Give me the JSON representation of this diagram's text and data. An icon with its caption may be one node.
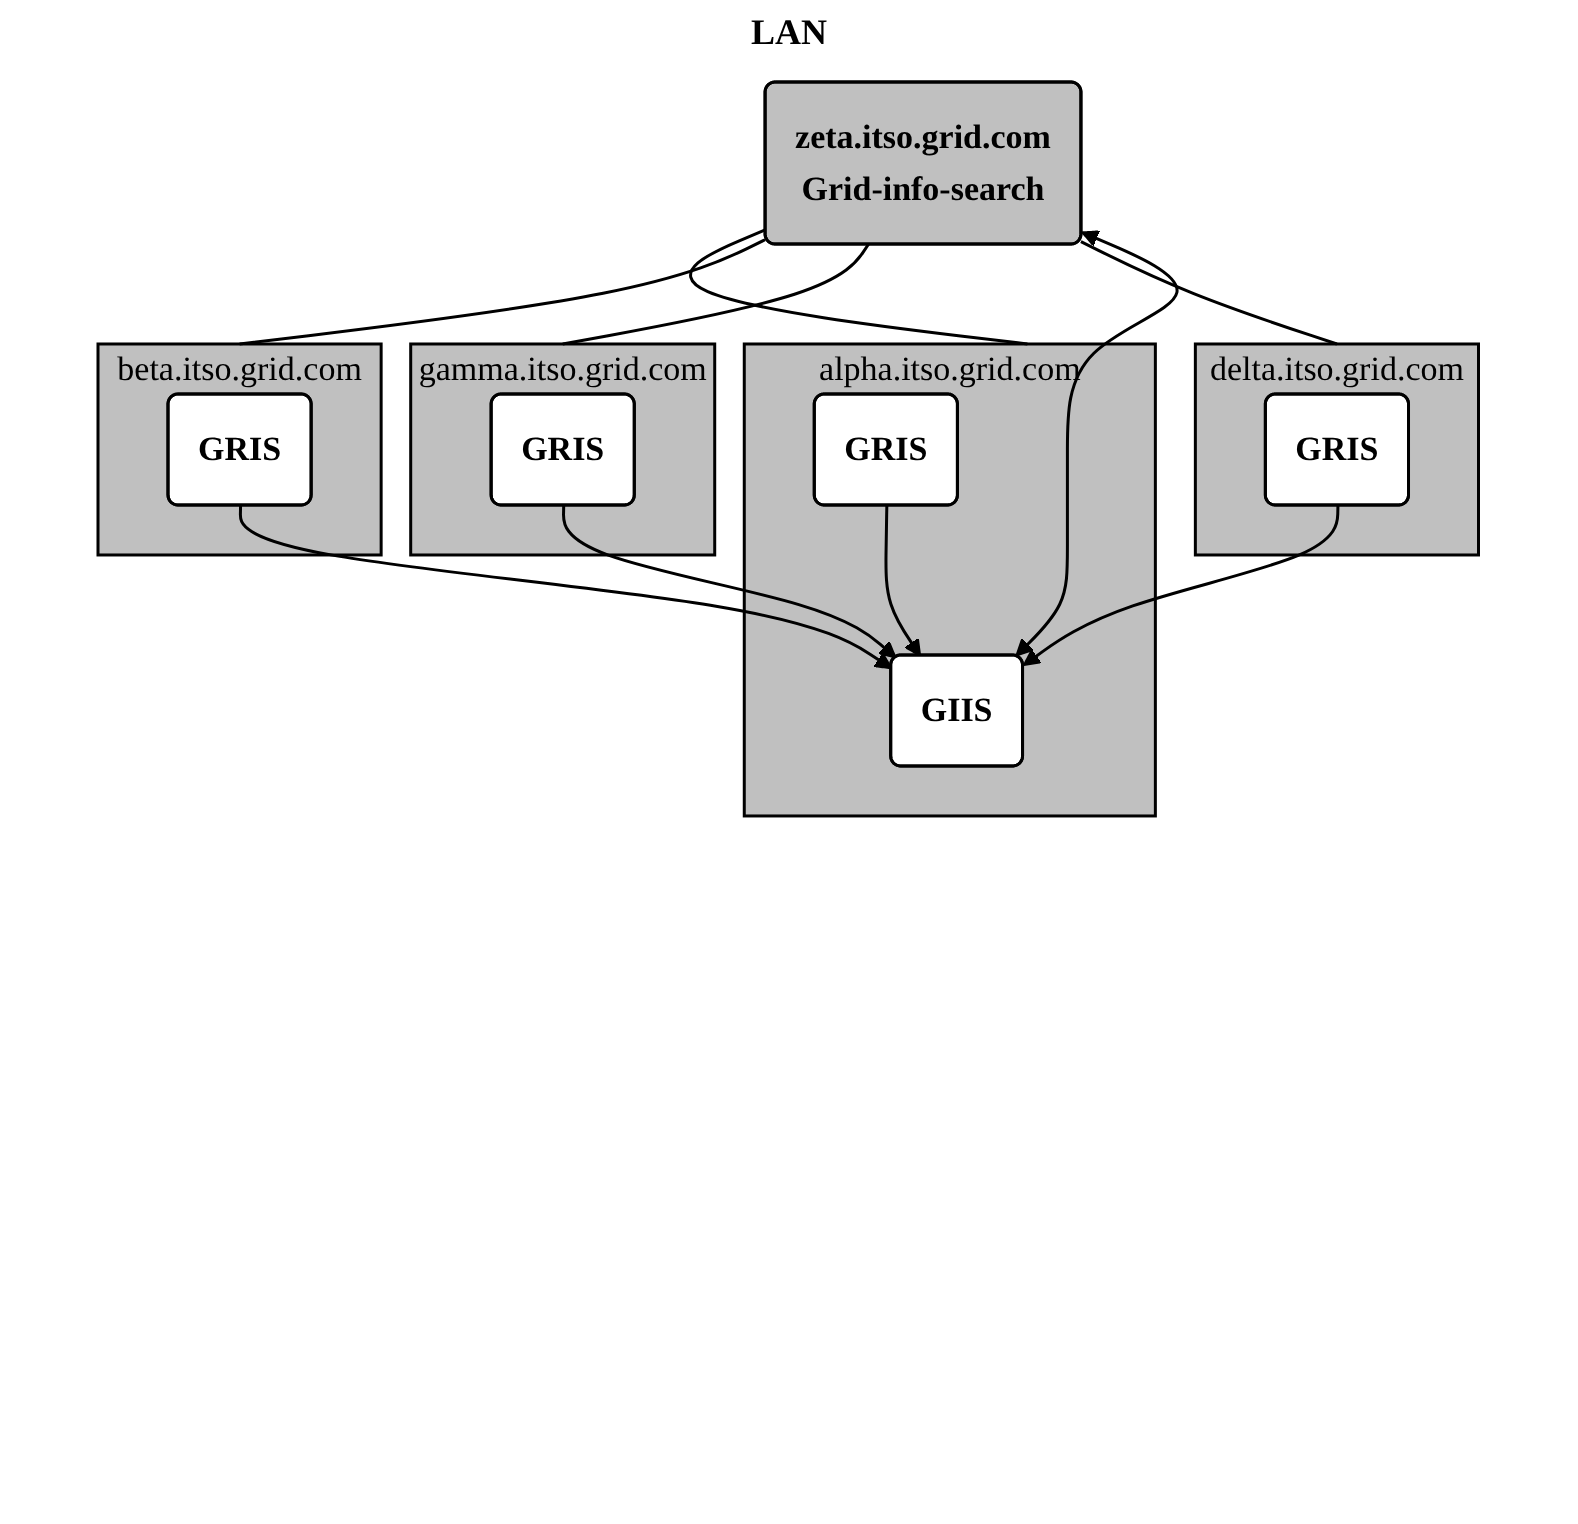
{
  "diagram": {
    "nodes": [
      {
        "text": [
          "zeta.itso.grid.com",
          "Grid-info-search"
        ]
      },
      {
        "text": [
          "alpha.itso.grid.com"
        ]
      },
      {
        "text": [
          "GIIS"
        ],
        "in": 1
      },
      {
        "text": [
          "GRIS"
        ],
        "in": 1
      },
      {
        "text": [
          "beta.itso.grid.com"
        ]
      },
      {
        "text": [
          "GRIS"
        ],
        "in": 4
      },
      {
        "text": [
          "gamma.itso.grid.com"
        ]
      },
      {
        "text": [
          "GRIS"
        ],
        "in": 6
      },
      {
        "text": [
          "delta.itso.grid.com"
        ]
      },
      {
        "text": [
          "GRIS"
        ],
        "in": 8
      }
    ],
    "edges": [
      {
        "from": 2,
        "to": 0,
        "arrow": "both"
      },
      {
        "from": 3,
        "to": 2,
        "arrow": "to"
      },
      {
        "from": 5,
        "to": 2,
        "arrow": "to"
      },
      {
        "from": 7,
        "to": 2,
        "arrow": "to"
      },
      {
        "from": 9,
        "to": 2,
        "arrow": "to"
      },
      {
        "from": 0,
        "to": 1,
        "arrow": "none"
      },
      {
        "from": 0,
        "to": 4,
        "arrow": "none"
      },
      {
        "from": 0,
        "to": 6,
        "arrow": "none"
      },
      {
        "from": 0,
        "to": 8,
        "arrow": "none"
      }
    ],
    "labels": [
      "LAN"
    ]
  }
}
